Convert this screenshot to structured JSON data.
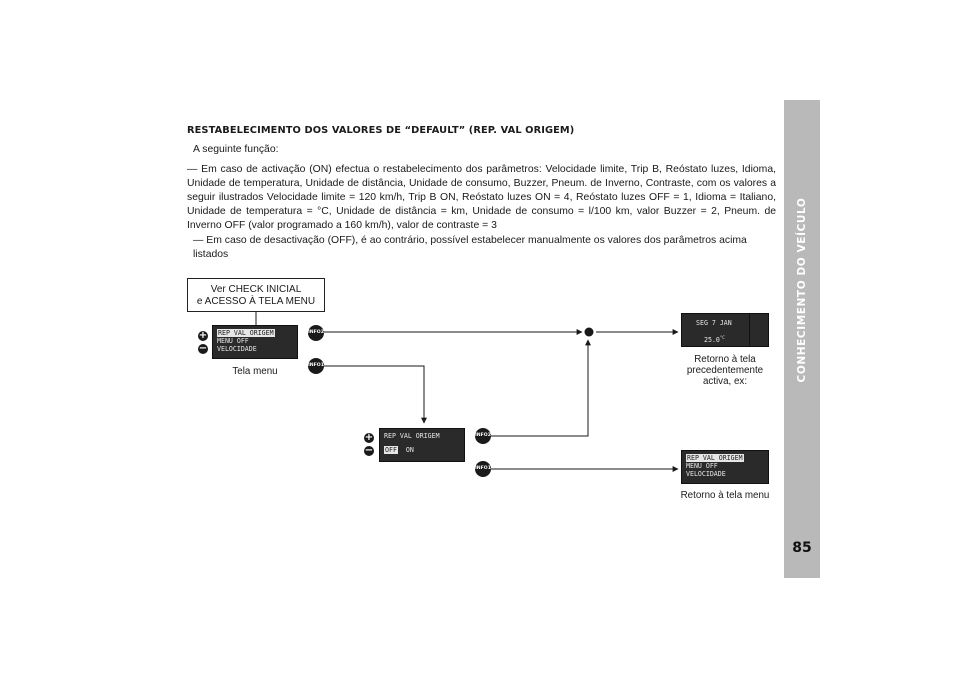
{
  "sidebar": {
    "section_title": "CONHECIMENTO DO VEÍCULO",
    "page_number": "85"
  },
  "article": {
    "heading": "RESTABELECIMENTO DOS VALORES DE “DEFAULT” (REP. VAL ORIGEM)",
    "intro": "A seguinte função:",
    "paragraph_on": "— Em caso de activação (ON) efectua o restabelecimento dos parâmetros: Velocidade limite, Trip B, Reóstato luzes, Idioma, Unidade de temperatura, Unidade de distância, Unidade de consumo, Buzzer, Pneum. de Inverno, Contraste, com os valores a seguir ilustrados Velocidade limite = 120 km/h, Trip B ON, Reóstato luzes ON = 4, Reóstato luzes OFF = 1, Idioma = Italiano, Unidade de temperatura = °C, Unidade de distância = km, Unidade de consumo = l/100 km, valor Buzzer = 2, Pneum. de Inverno OFF (valor programado a 160 km/h), valor de contraste = 3",
    "paragraph_off": "— Em caso de desactivação (OFF), é ao contrário, possível estabelecer manualmente os valores dos parâmetros acima listados"
  },
  "diagram": {
    "start_box": {
      "line1": "Ver CHECK INICIAL",
      "line2": "e ACESSO À TELA MENU"
    },
    "plus_symbol": "+",
    "minus_symbol": "−",
    "info2_label": "INFO2",
    "info1_label": "INFO1",
    "lcd_menu": {
      "line1": "REP VAL ORIGEM",
      "line2": "MENU OFF",
      "line3": "VELOCIDADE"
    },
    "lcd_menu_caption": "Tela menu",
    "lcd_setting": {
      "line1": "REP VAL ORIGEM",
      "off": "OFF",
      "on": "ON"
    },
    "lcd_previous": {
      "date": "SEG 7 JAN",
      "temp": "25.0",
      "temp_unit": "°C"
    },
    "lcd_previous_caption": {
      "line1": "Retorno à tela",
      "line2": "precedentemente",
      "line3": "activa, ex:"
    },
    "lcd_return": {
      "line1": "REP VAL ORIGEM",
      "line2": "MENU OFF",
      "line3": "VELOCIDADE"
    },
    "lcd_return_caption": "Retorno à tela menu"
  }
}
